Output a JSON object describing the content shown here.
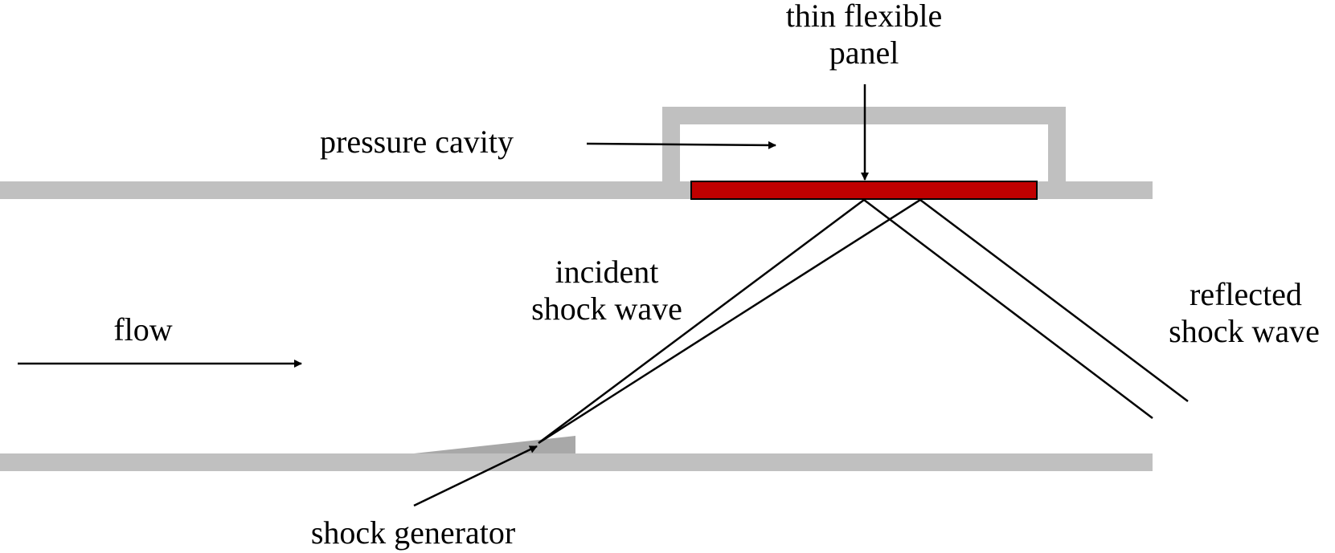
{
  "labels": {
    "panel_line1": "thin flexible",
    "panel_line2": "panel",
    "pressure_cavity": "pressure cavity",
    "incident_line1": "incident",
    "incident_line2": "shock wave",
    "reflected_line1": "reflected",
    "reflected_line2": "shock wave",
    "flow": "flow",
    "shock_generator": "shock generator"
  },
  "colors": {
    "wall": "#c0c0c0",
    "panel": "#c00000",
    "generator": "#a8a8a8",
    "line": "#000000"
  }
}
